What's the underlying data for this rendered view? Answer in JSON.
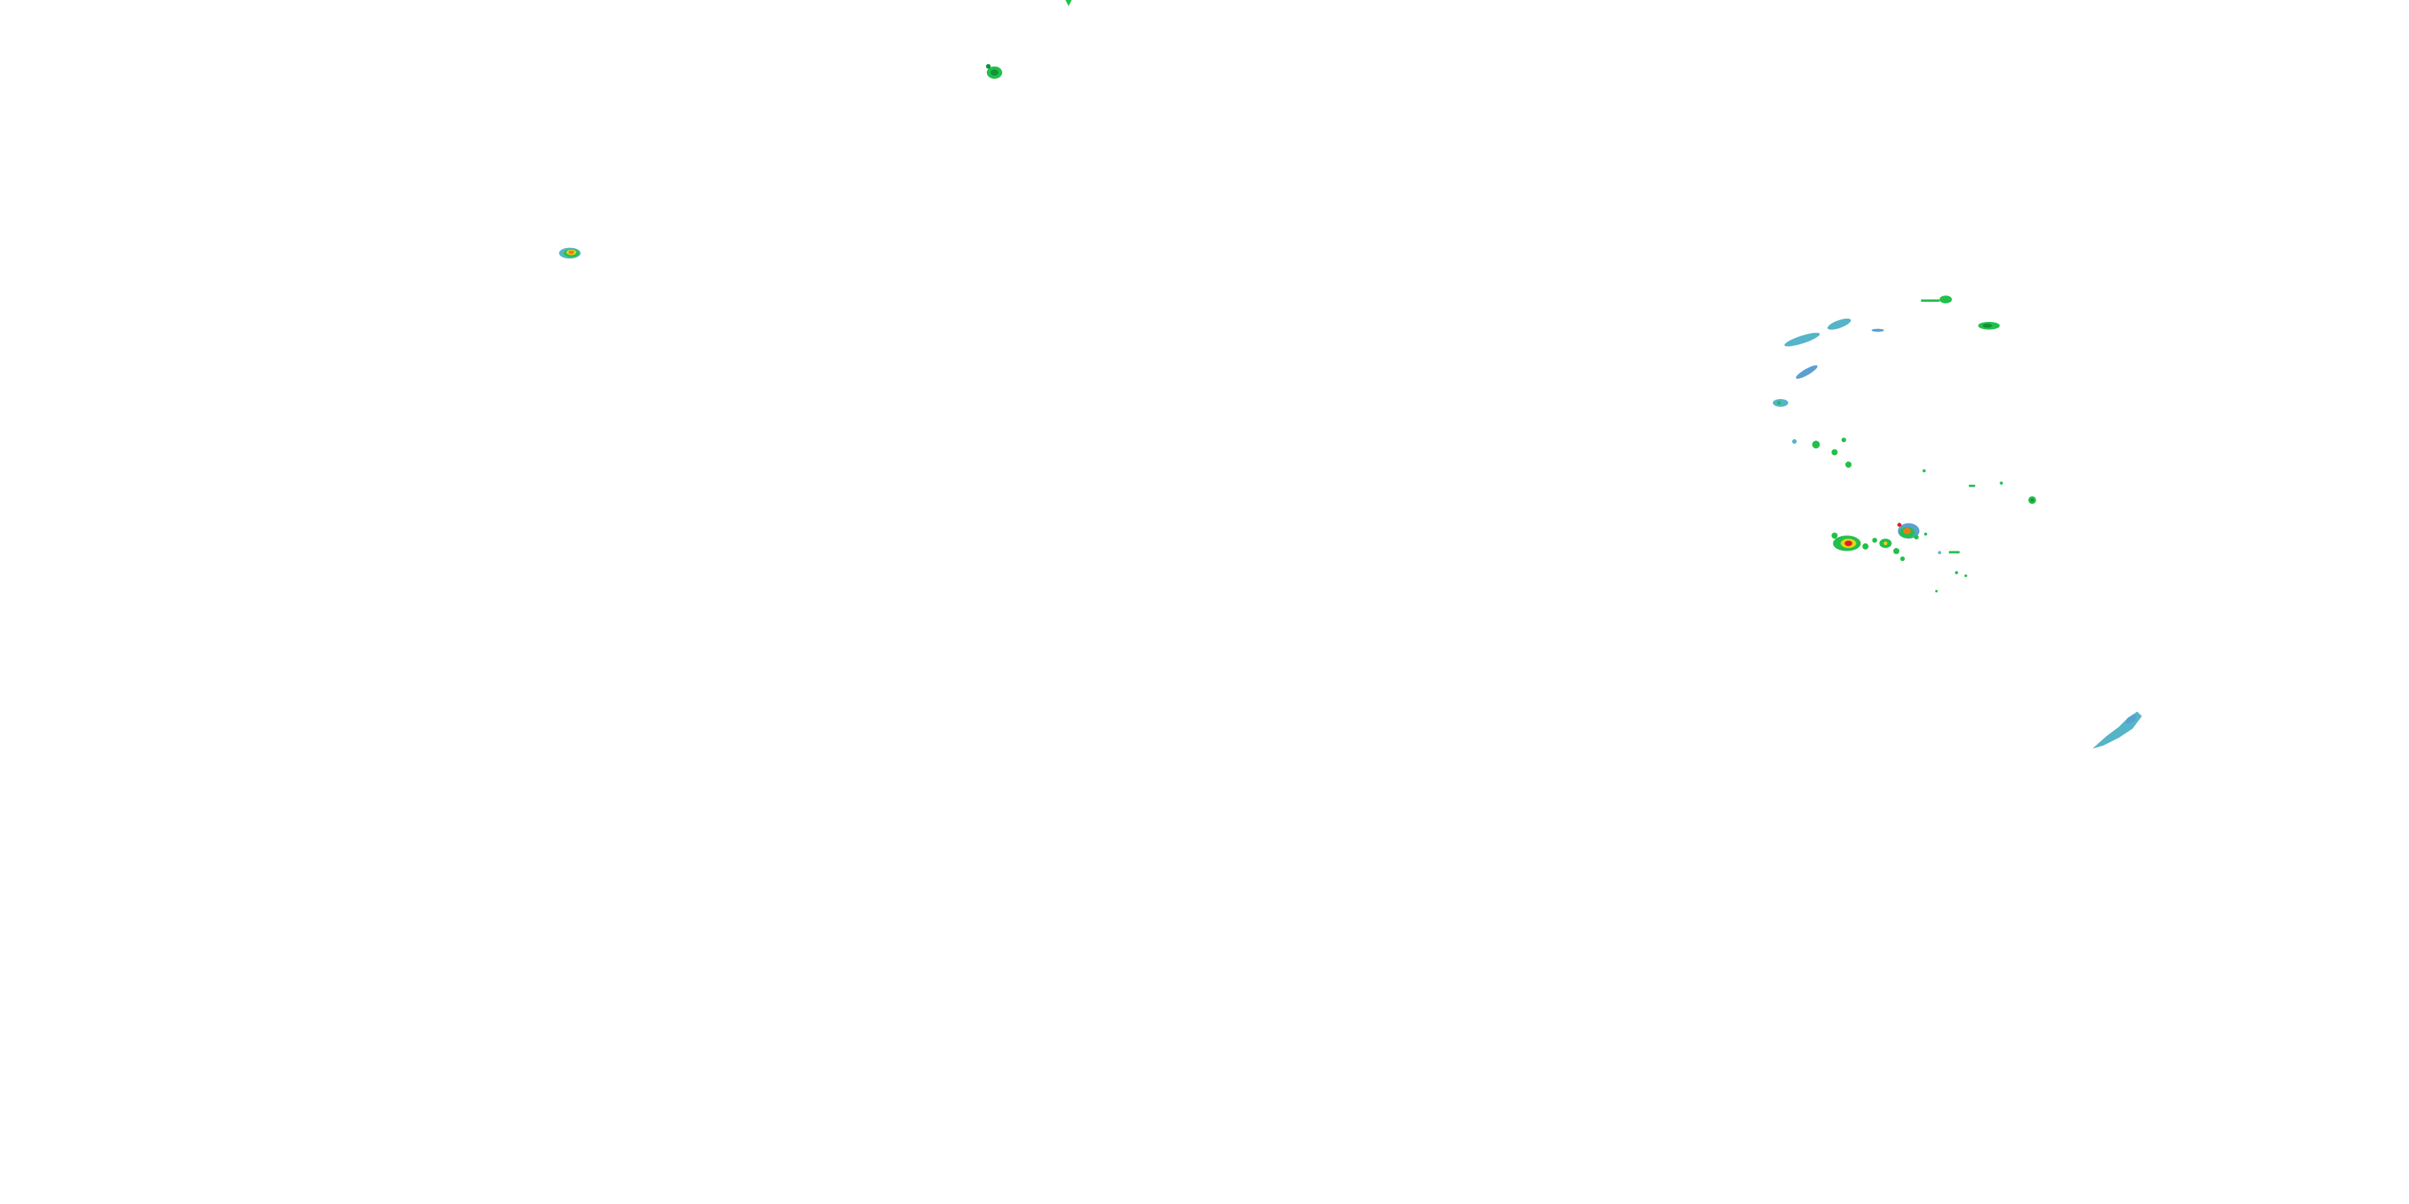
{
  "map": {
    "type": "weather-radar-reflectivity-overlay",
    "background": "#ffffff",
    "legend_colors": {
      "light": "#56b4c8",
      "light_alt": "#5aa0d0",
      "moderate": "#22c04a",
      "moderate_dark": "#12903a",
      "heavy": "#e8d020",
      "intense": "#f07818",
      "severe": "#e02020"
    },
    "echo_regions": [
      "northwest-isolated-cell",
      "north-central-cell",
      "northeast-band-cluster",
      "east-convective-cluster",
      "southeast-streak"
    ]
  }
}
